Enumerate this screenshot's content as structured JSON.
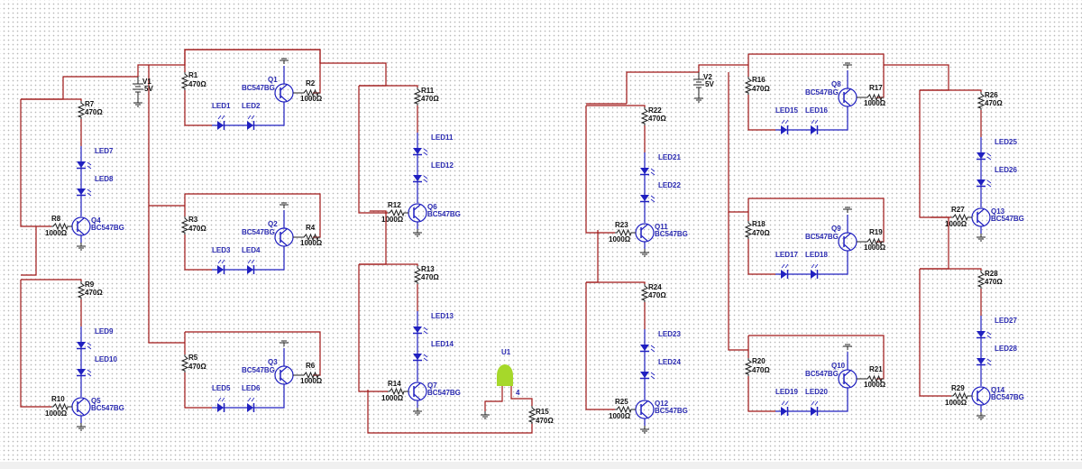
{
  "schematic": {
    "sources": [
      {
        "ref": "V1",
        "value": "5V"
      },
      {
        "ref": "V2",
        "value": "5V"
      }
    ],
    "vertical_stages": [
      {
        "r_top": "R7",
        "r_top_val": "470Ω",
        "led_a": "LED7",
        "led_b": "LED8",
        "q": "Q4",
        "q_model": "BC547BG",
        "r_base": "R8",
        "r_base_val": "1000Ω"
      },
      {
        "r_top": "R9",
        "r_top_val": "470Ω",
        "led_a": "LED9",
        "led_b": "LED10",
        "q": "Q5",
        "q_model": "BC547BG",
        "r_base": "R10",
        "r_base_val": "1000Ω"
      },
      {
        "r_top": "R11",
        "r_top_val": "470Ω",
        "led_a": "LED11",
        "led_b": "LED12",
        "q": "Q6",
        "q_model": "BC547BG",
        "r_base": "R12",
        "r_base_val": "1000Ω"
      },
      {
        "r_top": "R13",
        "r_top_val": "470Ω",
        "led_a": "LED13",
        "led_b": "LED14",
        "q": "Q7",
        "q_model": "BC547BG",
        "r_base": "R14",
        "r_base_val": "1000Ω"
      },
      {
        "r_top": "R22",
        "r_top_val": "470Ω",
        "led_a": "LED21",
        "led_b": "LED22",
        "q": "Q11",
        "q_model": "BC547BG",
        "r_base": "R23",
        "r_base_val": "1000Ω"
      },
      {
        "r_top": "R24",
        "r_top_val": "470Ω",
        "led_a": "LED23",
        "led_b": "LED24",
        "q": "Q12",
        "q_model": "BC547BG",
        "r_base": "R25",
        "r_base_val": "1000Ω"
      },
      {
        "r_top": "R26",
        "r_top_val": "470Ω",
        "led_a": "LED25",
        "led_b": "LED26",
        "q": "Q13",
        "q_model": "BC547BG",
        "r_base": "R27",
        "r_base_val": "1000Ω"
      },
      {
        "r_top": "R28",
        "r_top_val": "470Ω",
        "led_a": "LED27",
        "led_b": "LED28",
        "q": "Q14",
        "q_model": "BC547BG",
        "r_base": "R29",
        "r_base_val": "1000Ω"
      }
    ],
    "horizontal_stages": [
      {
        "r_left": "R1",
        "r_left_val": "470Ω",
        "led_a": "LED1",
        "led_b": "LED2",
        "q": "Q1",
        "q_model": "BC547BG",
        "r_right": "R2",
        "r_right_val": "1000Ω"
      },
      {
        "r_left": "R3",
        "r_left_val": "470Ω",
        "led_a": "LED3",
        "led_b": "LED4",
        "q": "Q2",
        "q_model": "BC547BG",
        "r_right": "R4",
        "r_right_val": "1000Ω"
      },
      {
        "r_left": "R5",
        "r_left_val": "470Ω",
        "led_a": "LED5",
        "led_b": "LED6",
        "q": "Q3",
        "q_model": "BC547BG",
        "r_right": "R6",
        "r_right_val": "1000Ω"
      },
      {
        "r_left": "R16",
        "r_left_val": "470Ω",
        "led_a": "LED15",
        "led_b": "LED16",
        "q": "Q8",
        "q_model": "BC547BG",
        "r_right": "R17",
        "r_right_val": "1000Ω"
      },
      {
        "r_left": "R18",
        "r_left_val": "470Ω",
        "led_a": "LED17",
        "led_b": "LED18",
        "q": "Q9",
        "q_model": "BC547BG",
        "r_right": "R19",
        "r_right_val": "1000Ω"
      },
      {
        "r_left": "R20",
        "r_left_val": "470Ω",
        "led_a": "LED19",
        "led_b": "LED20",
        "q": "Q10",
        "q_model": "BC547BG",
        "r_right": "R21",
        "r_right_val": "1000Ω"
      }
    ],
    "indicator": {
      "ref": "U1",
      "r_ref": "R15",
      "r_val": "470Ω",
      "pin_label": "4"
    },
    "colors": {
      "wire": "#a01818",
      "component": "#2020c0",
      "led_lamp": "#a6d82a"
    }
  }
}
